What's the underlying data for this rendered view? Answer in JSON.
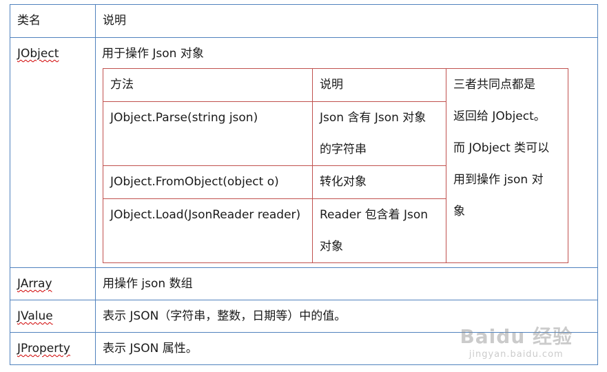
{
  "header": {
    "col1": "类名",
    "col2": "说明"
  },
  "rows": {
    "jobject": {
      "name": "JObject",
      "desc": "用于操作 Json 对象",
      "inner": {
        "h_method": "方法",
        "h_desc": "说明",
        "note_lines": [
          "三者共同点都是",
          "返回给 JObject。",
          "而 JObject 类可以",
          "用到操作 json 对",
          "象"
        ],
        "methods": [
          {
            "method": "JObject.Parse(string    json)",
            "desc_lines": [
              "Json 含有 Json 对象",
              "的字符串"
            ]
          },
          {
            "method": "JObject.FromObject(object    o)",
            "desc_lines": [
              "转化对象"
            ]
          },
          {
            "method": "JObject.Load(JsonReader reader)",
            "desc_lines": [
              "Reader 包含着 Json",
              "对象"
            ]
          }
        ]
      }
    },
    "jarray": {
      "name": "JArray",
      "desc": "用操作 json 数组"
    },
    "jvalue": {
      "name": "JValue",
      "desc": "表示 JSON（字符串，整数，日期等）中的值。"
    },
    "jproperty": {
      "name": "JProperty",
      "desc": "表示 JSON 属性。"
    }
  },
  "watermark": {
    "logo": "Baidu 经验",
    "url": "jingyan.baidu.com"
  },
  "colors": {
    "outer_border": "#4f81bd",
    "inner_border": "#c0504d"
  }
}
